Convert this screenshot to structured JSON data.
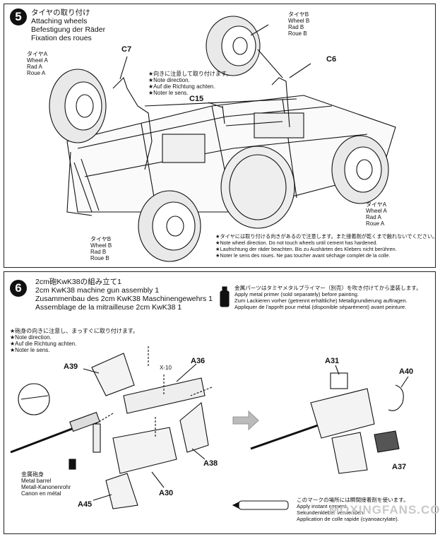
{
  "step5": {
    "number": "5",
    "title": [
      "タイヤの取り付け",
      "Attaching wheels",
      "Befestigung der Räder",
      "Fixation des roues"
    ],
    "wheel_a_left": [
      "タイヤA",
      "Wheel A",
      "Rad A",
      "Roue A"
    ],
    "wheel_b_top": [
      "タイヤB",
      "Wheel B",
      "Rad B",
      "Roue B"
    ],
    "wheel_a_right": [
      "タイヤA",
      "Wheel A",
      "Rad A",
      "Roue A"
    ],
    "wheel_b_bottom": [
      "タイヤB",
      "Wheel B",
      "Rad B",
      "Roue B"
    ],
    "direction_note": [
      "★向きに注意して取り付けます。",
      "★Note direction.",
      "★Auf die Richtung achten.",
      "★Noter le sens."
    ],
    "part_c7": "C7",
    "part_c6": "C6",
    "part_c15": "C15",
    "wheel_note": [
      "★タイヤには取り付ける向きがあるので注意します。また接着剤が乾くまで触れないでください。",
      "★Note wheel direction. Do not touch wheels until cement has hardened.",
      "★Laufrichtung der räder beachten. Bis zu Aushärten des Klebers nicht berühren.",
      "★Noter le sens des roues. Ne pas toucher avant séchage complet de la colle."
    ]
  },
  "step6": {
    "number": "6",
    "title": [
      "2cm砲KwK38の組み立て1",
      "2cm KwK38 machine gun assembly 1",
      "Zusammenbau des 2cm KwK38 Maschinengewehrs 1",
      "Assemblage de la mitrailleuse 2cm KwK38 1"
    ],
    "primer_note": [
      "金属パーツはタミヤメタルプライマー（別売）を吹き付けてから塗装します。",
      "Apply metal primer (sold separately) before painting.",
      "Zum Lackieren vorher (getrennt erhältliche) Metallgrundierung auftragen.",
      "Appliquer de l'apprêt pour métal (disponible séparément) avant peinture."
    ],
    "direction_note": [
      "★砲身の向きに注意し、まっすぐに取り付けます。",
      "★Note direction.",
      "★Auf die Richtung achten.",
      "★Noter le sens."
    ],
    "parts": {
      "a39": "A39",
      "a36": "A36",
      "a31": "A31",
      "a40": "A40",
      "a38": "A38",
      "a30": "A30",
      "a45": "A45",
      "a37": "A37",
      "x10": "X-10"
    },
    "metal_barrel": [
      "金属砲身",
      "Metal barrel",
      "Metall-Kanonenrohr",
      "Canon en métal"
    ],
    "cement_note": [
      "このマークの場所には瞬間接着剤を使います。",
      "Apply instant cement.",
      "Sekundenkleber verwenden.",
      "Application de colle rapide (cyanoacrylate)."
    ]
  },
  "watermark": "MOXINGFANS.COM"
}
